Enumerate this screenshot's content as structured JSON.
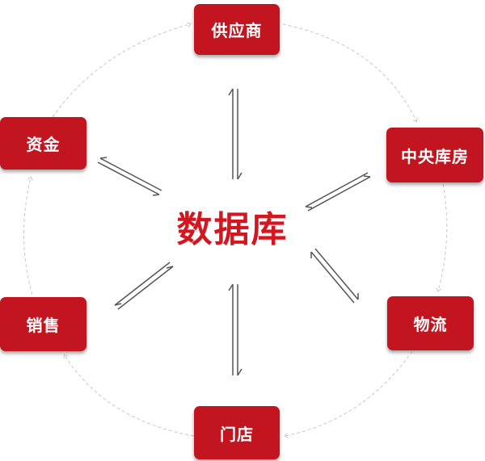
{
  "center": {
    "label": "数据库"
  },
  "nodes": [
    {
      "key": "supplier",
      "label": "供应商"
    },
    {
      "key": "central-warehouse",
      "label": "中央库房"
    },
    {
      "key": "logistics",
      "label": "物流"
    },
    {
      "key": "store",
      "label": "门店"
    },
    {
      "key": "sales",
      "label": "销售"
    },
    {
      "key": "funds",
      "label": "资金"
    }
  ],
  "colors": {
    "node_fill": "#c3151f",
    "node_text": "#ffffff",
    "center_text": "#d3161f",
    "connector": "#555555",
    "cycle": "#c8c8c8"
  }
}
